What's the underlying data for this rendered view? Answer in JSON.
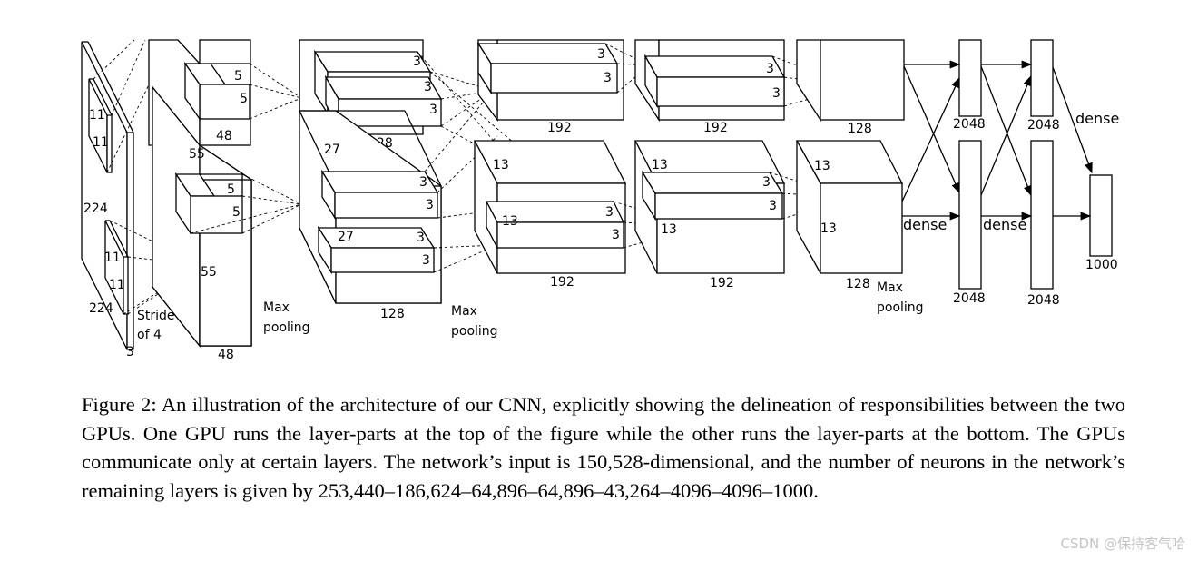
{
  "figure": {
    "labels": {
      "conv1_kernel_a": "11",
      "conv1_kernel_b": "11",
      "conv1_kernel_c": "11",
      "conv1_kernel_d": "11",
      "input_height": "224",
      "input_width": "224",
      "input_depth": "3",
      "stride": "Stride",
      "stride_value": "of 4",
      "l1_height": "55",
      "l1_width": "55",
      "l1_depth": "48",
      "l1_depth_bottom": "48",
      "k5a": "5",
      "k5b": "5",
      "k5c": "5",
      "k5d": "5",
      "l2_size_a": "27",
      "l2_size_b": "27",
      "l2_depth_top": "128",
      "l2_depth_bottom": "128",
      "k3": "3",
      "l3_size": "13",
      "l3_depth_top": "192",
      "l3_depth_bottom": "192",
      "l4_depth_top": "192",
      "l4_depth_bottom": "192",
      "l5_depth_top": "128",
      "l5_depth_bottom": "128",
      "dense_size": "2048",
      "output_size": "1000",
      "dense": "dense",
      "max": "Max",
      "pooling": "pooling"
    }
  },
  "caption": {
    "label": "Figure 2:",
    "text": "An illustration of the architecture of our CNN, explicitly showing the delineation of responsibilities between the two GPUs. One GPU runs the layer-parts at the top of the figure while the other runs the layer-parts at the bottom. The GPUs communicate only at certain layers. The network’s input is 150,528-dimensional, and the number of neurons in the network’s remaining layers is given by 253,440–186,624–64,896–64,896–43,264–4096–4096–1000."
  },
  "watermark": "CSDN @保持客气哈"
}
